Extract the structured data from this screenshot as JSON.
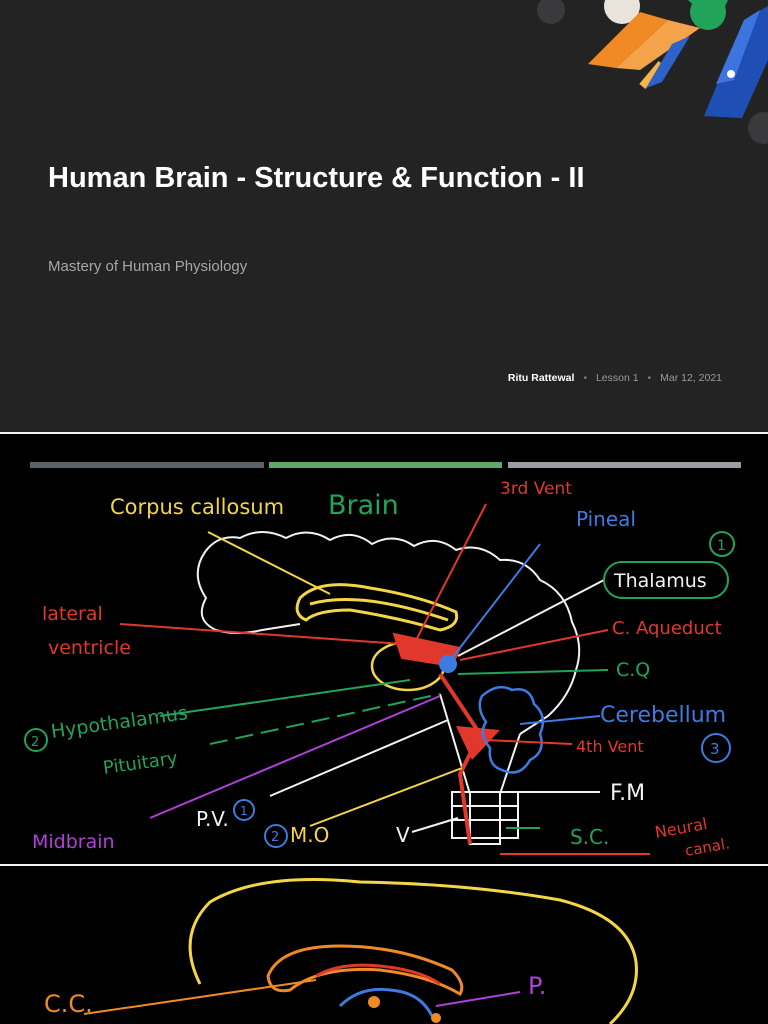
{
  "cover": {
    "title": "Human Brain - Structure & Function - II",
    "subtitle": "Mastery of Human Physiology",
    "author": "Ritu Rattewal",
    "lesson": "Lesson 1",
    "date": "Mar 12, 2021",
    "separator": "•"
  },
  "sketch1": {
    "progress_colors": [
      "#5c6166",
      "#5fa86a",
      "#9a9ea3"
    ],
    "labels": {
      "corpus_callosum": "Corpus callosum",
      "brain": "Brain",
      "third_vent": "3rd Vent",
      "pineal": "Pineal",
      "thalamus": "Thalamus",
      "thalamus_num": "1",
      "lateral_ventricle_1": "lateral",
      "lateral_ventricle_2": "ventricle",
      "c_aqueduct": "C. Aqueduct",
      "c_q": "C.Q",
      "hypothalamus": "Hypothalamus",
      "hypothalamus_num": "2",
      "pituitary": "Pituitary",
      "cerebellum": "Cerebellum",
      "cerebellum_num": "3",
      "fourth_vent": "4th Vent",
      "fm": "F.M",
      "pv": "P.V.",
      "pv_num": "1",
      "mo": "M.O",
      "mo_num": "2",
      "v": "V",
      "sc": "S.C.",
      "neural_canal_1": "Neural",
      "neural_canal_2": "canal.",
      "midbrain": "Midbrain"
    }
  },
  "sketch2": {
    "labels": {
      "cc": "C.C.",
      "p": "P."
    }
  }
}
